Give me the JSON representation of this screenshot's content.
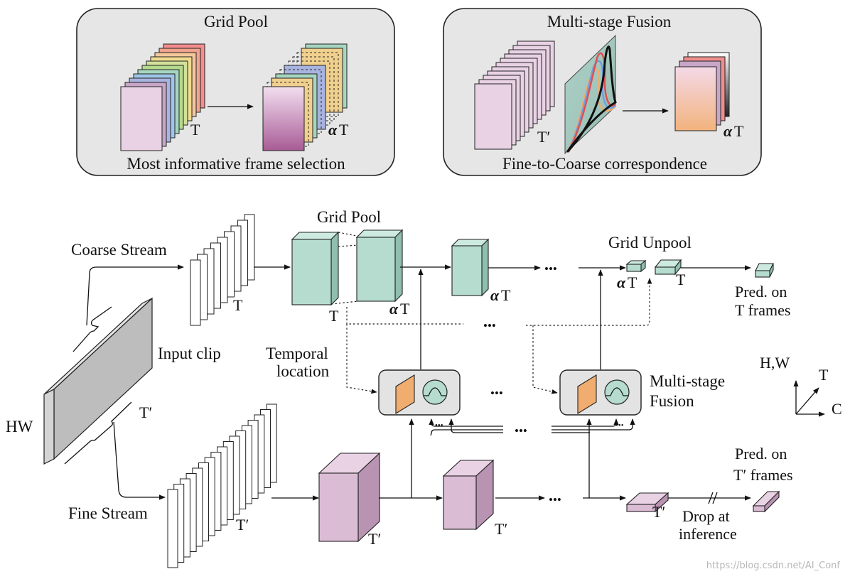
{
  "panels": {
    "grid_pool": {
      "title": "Grid Pool",
      "caption": "Most informative frame selection",
      "label_in": "T",
      "label_out_bold": "α",
      "label_out": "T"
    },
    "fusion": {
      "title": "Multi-stage Fusion",
      "caption": "Fine-to-Coarse correspondence",
      "label_in": "T′",
      "label_out_bold": "α",
      "label_out": "T"
    }
  },
  "main": {
    "coarse_stream": "Coarse Stream",
    "fine_stream": "Fine Stream",
    "input_clip": "Input clip",
    "hw": "HW",
    "t": "T",
    "t_prime": "T′",
    "alpha": "α",
    "grid_pool": "Grid Pool",
    "grid_unpool": "Grid Unpool",
    "temporal_location_1": "Temporal",
    "temporal_location_2": "location",
    "multi_stage_1": "Multi-stage",
    "multi_stage_2": "Fusion",
    "pred_t_1": "Pred. on",
    "pred_t_2": "T frames",
    "pred_tp_1": "Pred. on",
    "pred_tp_2": "T′ frames",
    "drop_1": "Drop at",
    "drop_2": "inference",
    "axis_hw": "H,W",
    "axis_t": "T",
    "axis_c": "C",
    "dots": "•••"
  },
  "watermark": "https://blog.csdn.net/AI_Conf",
  "colors": {
    "teal_front": "#b5dccf",
    "teal_side": "#8fbfb0",
    "teal_top": "#cdeae0",
    "pink_front": "#dbbcd5",
    "pink_side": "#b993b2",
    "pink_top": "#e8d2e4",
    "gray_front": "#d4d4d4",
    "gray_side": "#bdbdbd",
    "gray_top": "#e4e4e4",
    "orange": "#f0ad6f",
    "panel": "#e6e6e6"
  }
}
